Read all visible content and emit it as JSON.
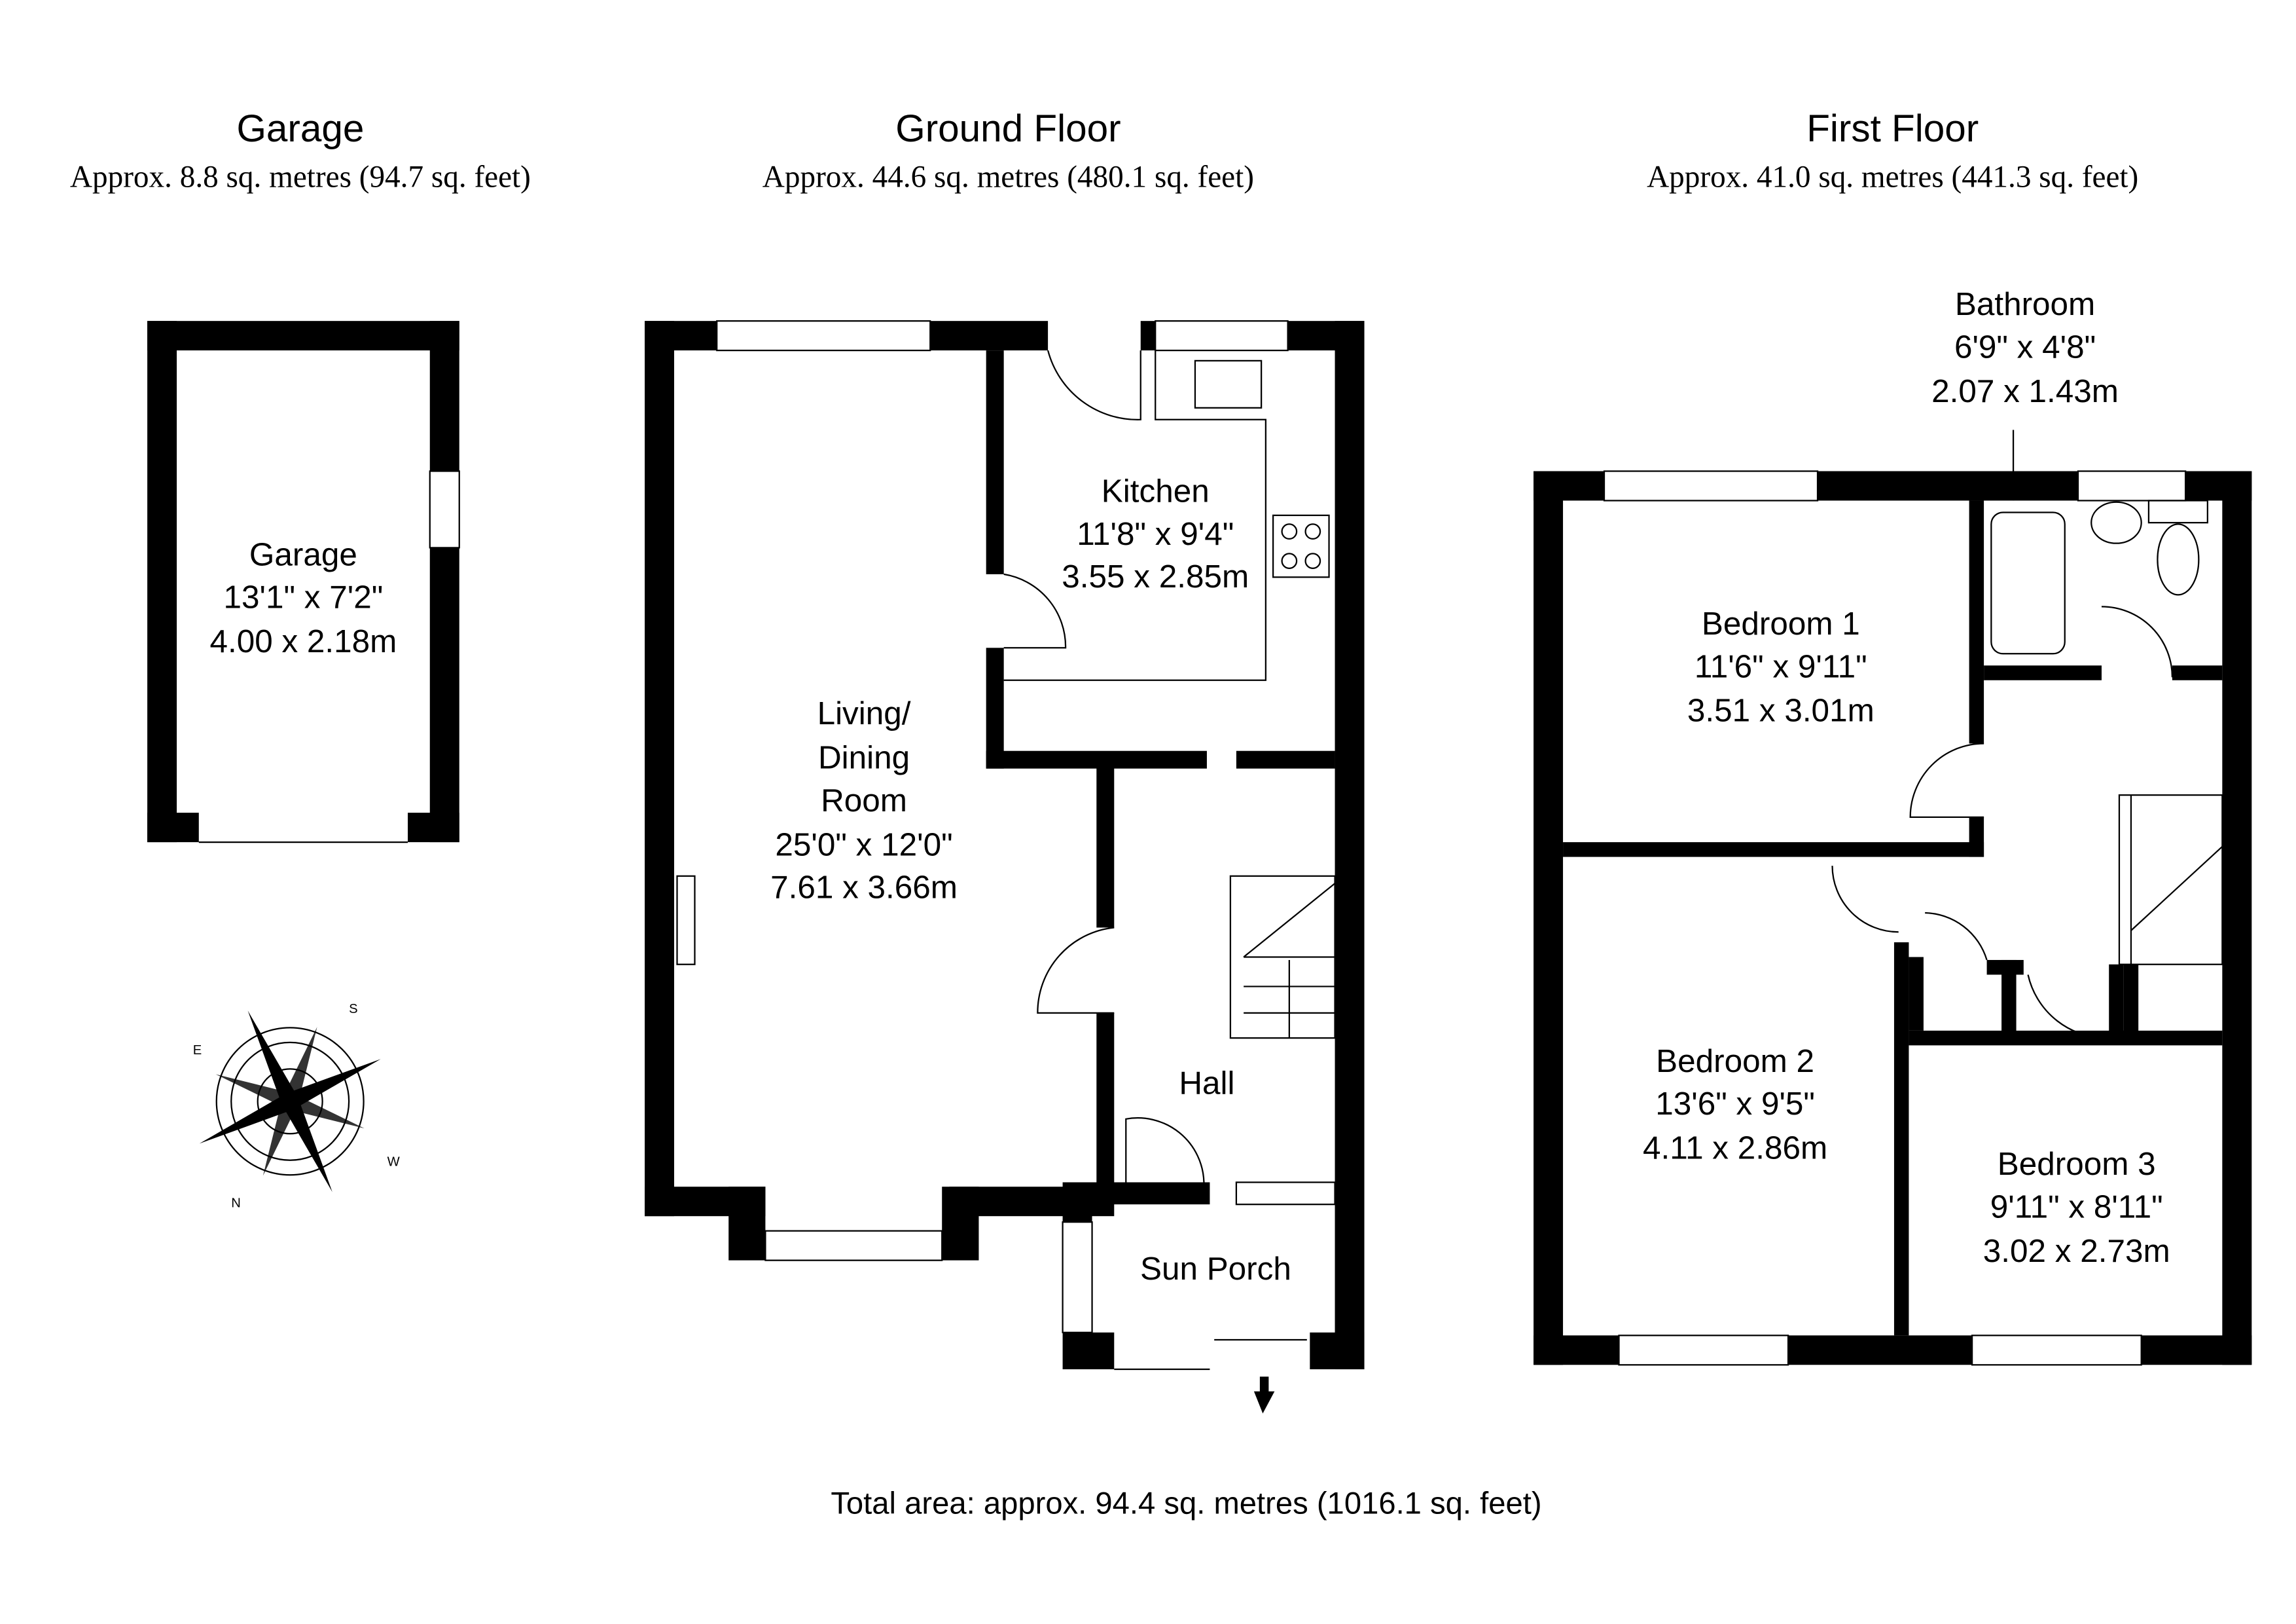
{
  "plans": {
    "garage": {
      "title": "Garage",
      "area": "Approx. 8.8 sq. metres (94.7 sq. feet)"
    },
    "ground": {
      "title": "Ground Floor",
      "area": "Approx. 44.6 sq. metres (480.1 sq. feet)"
    },
    "first": {
      "title": "First Floor",
      "area": "Approx. 41.0 sq. metres (441.3 sq. feet)"
    }
  },
  "rooms": {
    "garage": {
      "name": "Garage",
      "imperial": "13'1\" x 7'2\"",
      "metric": "4.00 x 2.18m"
    },
    "kitchen": {
      "name": "Kitchen",
      "imperial": "11'8\" x 9'4\"",
      "metric": "3.55 x 2.85m"
    },
    "living": {
      "name1": "Living/",
      "name2": "Dining",
      "name3": "Room",
      "imperial": "25'0\" x 12'0\"",
      "metric": "7.61 x 3.66m"
    },
    "hall": {
      "name": "Hall"
    },
    "porch": {
      "name": "Sun Porch"
    },
    "bathroom": {
      "name": "Bathroom",
      "imperial": "6'9\" x 4'8\"",
      "metric": "2.07 x 1.43m"
    },
    "bedroom1": {
      "name": "Bedroom 1",
      "imperial": "11'6\" x 9'11\"",
      "metric": "3.51 x 3.01m"
    },
    "bedroom2": {
      "name": "Bedroom 2",
      "imperial": "13'6\" x 9'5\"",
      "metric": "4.11 x 2.86m"
    },
    "bedroom3": {
      "name": "Bedroom 3",
      "imperial": "9'11\" x 8'11\"",
      "metric": "3.02 x 2.73m"
    }
  },
  "compass": {
    "n": "N",
    "s": "S",
    "e": "E",
    "w": "W"
  },
  "total": "Total area: approx. 94.4 sq. metres (1016.1 sq. feet)"
}
